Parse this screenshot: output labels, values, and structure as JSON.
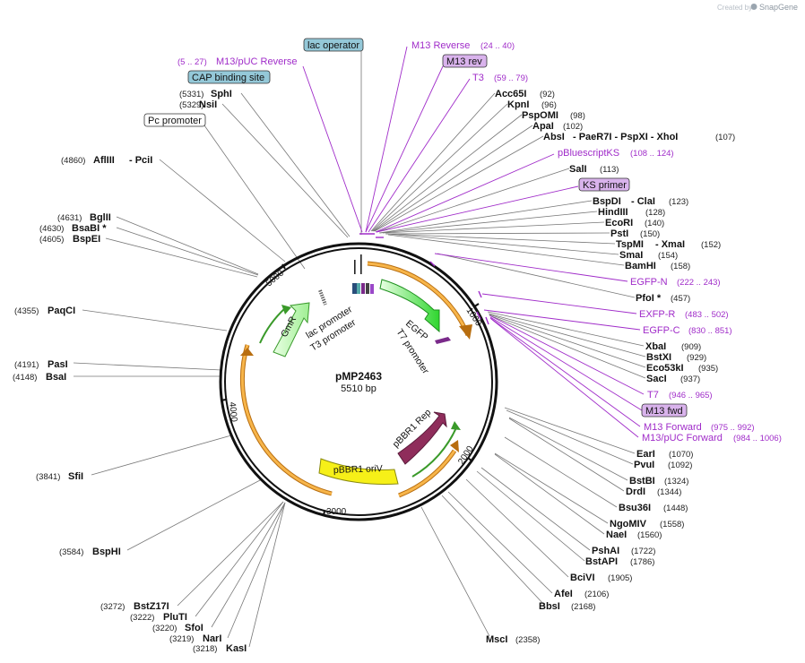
{
  "credit": {
    "prefix": "Created by",
    "brand": "SnapGene"
  },
  "plasmid": {
    "name": "pMP2463",
    "size": "5510 bp"
  },
  "ticks": [
    "1000",
    "2000",
    "3000",
    "4000",
    "5000"
  ],
  "features": {
    "gmr": "GmR",
    "egfp": "EGFP",
    "pbbr1rep": "pBBR1 Rep",
    "pbbr1oriv": "pBBR1 oriV",
    "lac_promoter": "lac promoter",
    "t3_promoter": "T3 promoter",
    "t7_promoter": "T7 promoter"
  },
  "boxes": {
    "lac_operator": "lac operator",
    "cap_binding_site": "CAP binding site",
    "pc_promoter": "Pc promoter",
    "m13_rev": "M13 rev",
    "ks_primer": "KS primer",
    "m13_fwd": "M13 fwd"
  },
  "primers": {
    "m13_puc_reverse_pos": "(5 .. 27)",
    "m13_puc_reverse": "M13/pUC Reverse",
    "m13_reverse": "M13 Reverse",
    "m13_reverse_pos": "(24 .. 40)",
    "t3": "T3",
    "t3_pos": "(59 .. 79)",
    "pbluescriptks": "pBluescriptKS",
    "pbluescriptks_pos": "(108 .. 124)",
    "egfp_n": "EGFP-N",
    "egfp_n_pos": "(222 .. 243)",
    "egfp_r": "EXFP-R",
    "egfp_r_pos": "(483 .. 502)",
    "egfp_c": "EGFP-C",
    "egfp_c_pos": "(830 .. 851)",
    "t7": "T7",
    "t7_pos": "(946 .. 965)",
    "m13_forward": "M13 Forward",
    "m13_forward_pos": "(975 .. 992)",
    "m13_puc_forward": "M13/pUC Forward",
    "m13_puc_forward_pos": "(984 .. 1006)"
  },
  "left_sites": [
    {
      "pos": "(5331)",
      "name": "SphI"
    },
    {
      "pos": "(5329)",
      "name": "NsiI"
    },
    {
      "pos": "(4860)",
      "name": "AflIII",
      "extra": "- PciI"
    },
    {
      "pos": "(4631)",
      "name": "BglII"
    },
    {
      "pos": "(4630)",
      "name": "BsaBI *"
    },
    {
      "pos": "(4605)",
      "name": "BspEI"
    },
    {
      "pos": "(4355)",
      "name": "PaqCI"
    },
    {
      "pos": "(4191)",
      "name": "PasI"
    },
    {
      "pos": "(4148)",
      "name": "BsaI"
    },
    {
      "pos": "(3841)",
      "name": "SfiI"
    },
    {
      "pos": "(3584)",
      "name": "BspHI"
    },
    {
      "pos": "(3272)",
      "name": "BstZ17I"
    },
    {
      "pos": "(3222)",
      "name": "PluTI"
    },
    {
      "pos": "(3220)",
      "name": "SfoI"
    },
    {
      "pos": "(3219)",
      "name": "NarI"
    },
    {
      "pos": "(3218)",
      "name": "KasI"
    }
  ],
  "right_sites": [
    {
      "name": "Acc65I",
      "pos": "(92)"
    },
    {
      "name": "KpnI",
      "pos": "(96)"
    },
    {
      "name": "PspOMI",
      "pos": "(98)"
    },
    {
      "name": "ApaI",
      "pos": "(102)"
    },
    {
      "name": "AbsI",
      "extra": "- PaeR7I - PspXI - XhoI",
      "pos": "(107)"
    },
    {
      "name": "SalI",
      "pos": "(113)"
    },
    {
      "name": "BspDI",
      "extra": "- ClaI",
      "pos": "(123)"
    },
    {
      "name": "HindIII",
      "pos": "(128)"
    },
    {
      "name": "EcoRI",
      "pos": "(140)"
    },
    {
      "name": "PstI",
      "pos": "(150)"
    },
    {
      "name": "TspMI",
      "extra": "- XmaI",
      "pos": "(152)"
    },
    {
      "name": "SmaI",
      "pos": "(154)"
    },
    {
      "name": "BamHI",
      "pos": "(158)"
    },
    {
      "name": "PfoI *",
      "pos": "(457)"
    },
    {
      "name": "XbaI",
      "pos": "(909)"
    },
    {
      "name": "BstXI",
      "pos": "(929)"
    },
    {
      "name": "Eco53kI",
      "pos": "(935)"
    },
    {
      "name": "SacI",
      "pos": "(937)"
    },
    {
      "name": "EarI",
      "pos": "(1070)"
    },
    {
      "name": "PvuI",
      "pos": "(1092)"
    },
    {
      "name": "BstBI",
      "pos": "(1324)"
    },
    {
      "name": "DrdI",
      "pos": "(1344)"
    },
    {
      "name": "Bsu36I",
      "pos": "(1448)"
    },
    {
      "name": "NgoMIV",
      "pos": "(1558)"
    },
    {
      "name": "NaeI",
      "pos": "(1560)"
    },
    {
      "name": "PshAI",
      "pos": "(1722)"
    },
    {
      "name": "BstAPI",
      "pos": "(1786)"
    },
    {
      "name": "BciVI",
      "pos": "(1905)"
    },
    {
      "name": "AfeI",
      "pos": "(2106)"
    },
    {
      "name": "BbsI",
      "pos": "(2168)"
    },
    {
      "name": "MscI",
      "pos": "(2358)"
    }
  ],
  "colors": {
    "primer": "#a02cc9",
    "lac_operator_fill": "#94c8d8",
    "primer_box_fill": "#d9b3ec",
    "gmr": "#9fee93",
    "egfp": "#35e335",
    "rep": "#8f2d5b",
    "oriv": "#f6f018",
    "arc_orange": "#f2a43a"
  }
}
